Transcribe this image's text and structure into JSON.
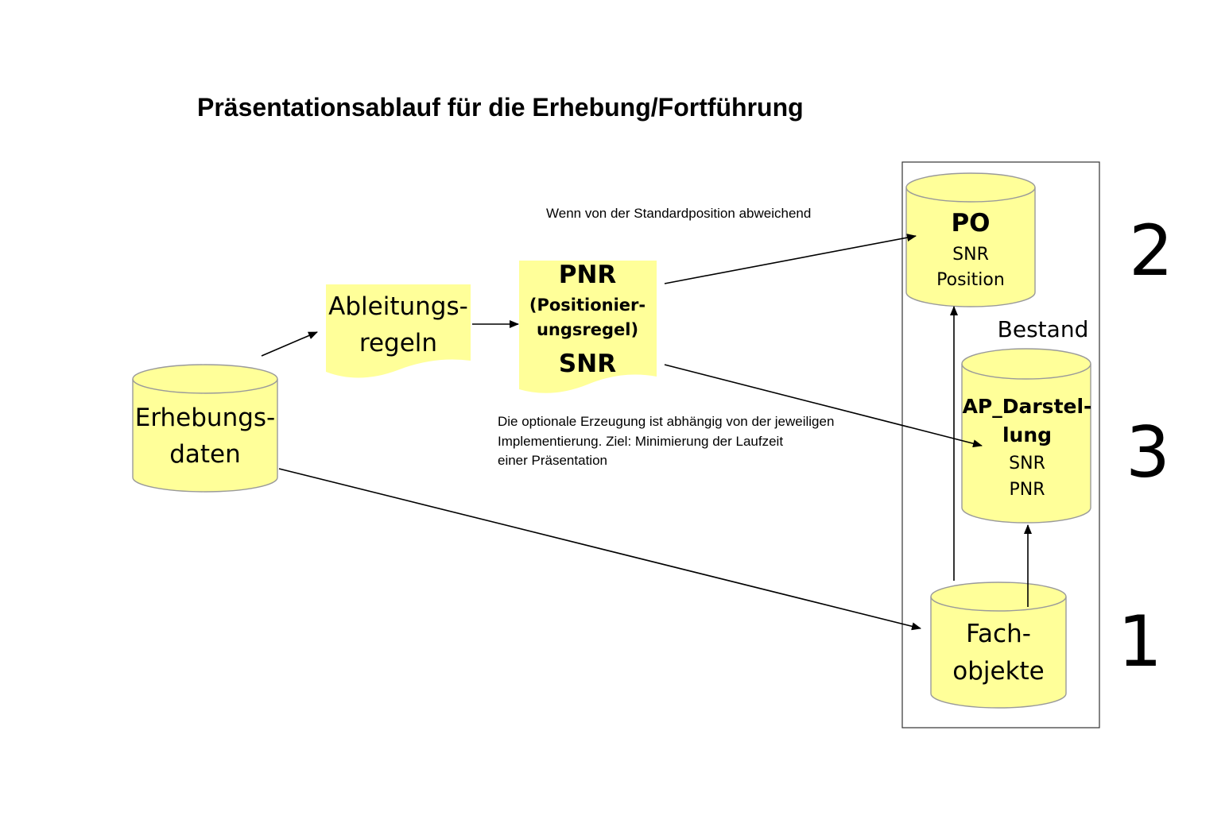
{
  "title": "Präsentationsablauf für die Erhebung/Fortführung",
  "notes": {
    "standard_position": "Wenn von der Standardposition abweichend",
    "optional_generation": [
      "Die optionale Erzeugung ist abhängig von der jeweiligen",
      "Implementierung. Ziel: Minimierung der Laufzeit",
      "einer Präsentation"
    ]
  },
  "nodes": {
    "erhebungsdaten": {
      "lines": [
        "Erhebungs-",
        "daten"
      ]
    },
    "ableitungsregeln": {
      "lines": [
        "Ableitungs-",
        "regeln"
      ]
    },
    "pnr": {
      "title": "PNR",
      "subtitle": [
        "(Positionier-",
        "ungsregel)"
      ],
      "footer": "SNR"
    },
    "po": {
      "title": "PO",
      "lines": [
        "SNR",
        "Position"
      ]
    },
    "ap_darstellung": {
      "title": [
        "AP_Darstel-",
        "lung"
      ],
      "lines": [
        "SNR",
        "PNR"
      ]
    },
    "fachobjekte": {
      "lines": [
        "Fach-",
        "objekte"
      ]
    }
  },
  "bestand": {
    "label": "Bestand",
    "layers": [
      "2",
      "3",
      "1"
    ]
  },
  "colors": {
    "shape_fill": "#ffff99",
    "shape_edge": "#9a9a9a",
    "line": "#000000"
  }
}
